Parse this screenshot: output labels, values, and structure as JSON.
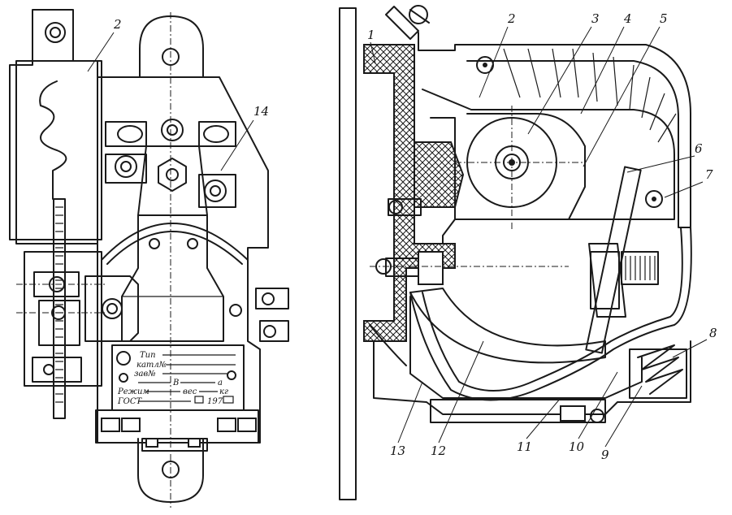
{
  "callouts_right": [
    {
      "id": "1",
      "text": "1"
    },
    {
      "id": "2",
      "text": "2"
    },
    {
      "id": "3",
      "text": "3"
    },
    {
      "id": "4",
      "text": "4"
    },
    {
      "id": "5",
      "text": "5"
    },
    {
      "id": "6",
      "text": "6"
    },
    {
      "id": "7",
      "text": "7"
    },
    {
      "id": "8",
      "text": "8"
    },
    {
      "id": "9",
      "text": "9"
    },
    {
      "id": "10",
      "text": "10"
    },
    {
      "id": "11",
      "text": "11"
    },
    {
      "id": "12",
      "text": "12"
    },
    {
      "id": "13",
      "text": "13"
    }
  ],
  "callouts_left": [
    {
      "id": "2",
      "text": "2"
    },
    {
      "id": "14",
      "text": "14"
    }
  ],
  "nameplate": {
    "type_label": "Тип",
    "catalog_label": "катл№",
    "factory_label": "зав№",
    "volt_unit": "В",
    "amp_unit": "а",
    "mode_label": "Режим",
    "weight_label": "вес",
    "weight_unit": "кг",
    "gost_label": "ГОСТ",
    "year": "197"
  }
}
